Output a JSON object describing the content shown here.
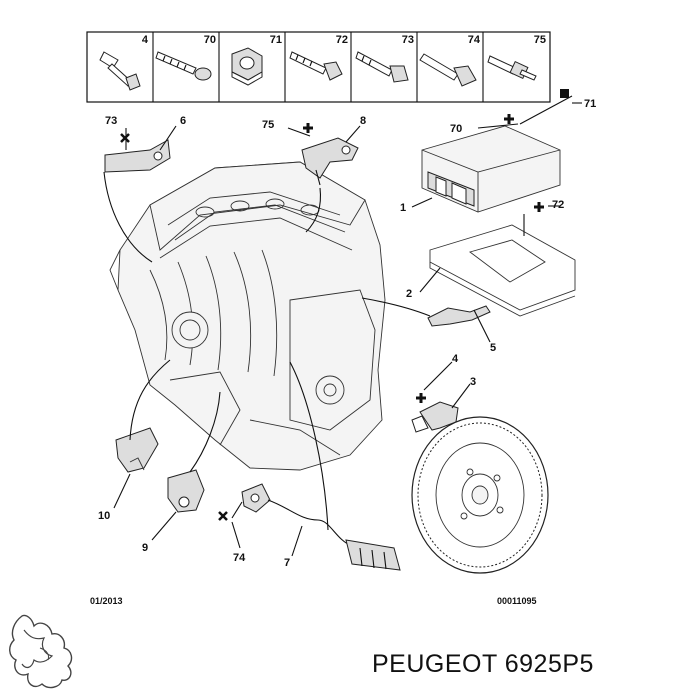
{
  "hardware_strip": {
    "cells": [
      {
        "number": "4"
      },
      {
        "number": "70"
      },
      {
        "number": "71"
      },
      {
        "number": "72"
      },
      {
        "number": "73"
      },
      {
        "number": "74"
      },
      {
        "number": "75"
      }
    ]
  },
  "callouts": {
    "c71": "71",
    "c70": "70",
    "c73": "73",
    "c6": "6",
    "c75": "75",
    "c8": "8",
    "c1": "1",
    "c72": "72",
    "c2": "2",
    "c5": "5",
    "c4": "4",
    "c3": "3",
    "c10": "10",
    "c9": "9",
    "c74": "74",
    "c7": "7"
  },
  "footer": {
    "date": "01/2013",
    "ref": "00011095"
  },
  "caption": {
    "text": "PEUGEOT 6925P5"
  },
  "colors": {
    "ink": "#111111",
    "background": "#ffffff"
  },
  "icons": {
    "brand": "peugeot-lion-logo"
  }
}
